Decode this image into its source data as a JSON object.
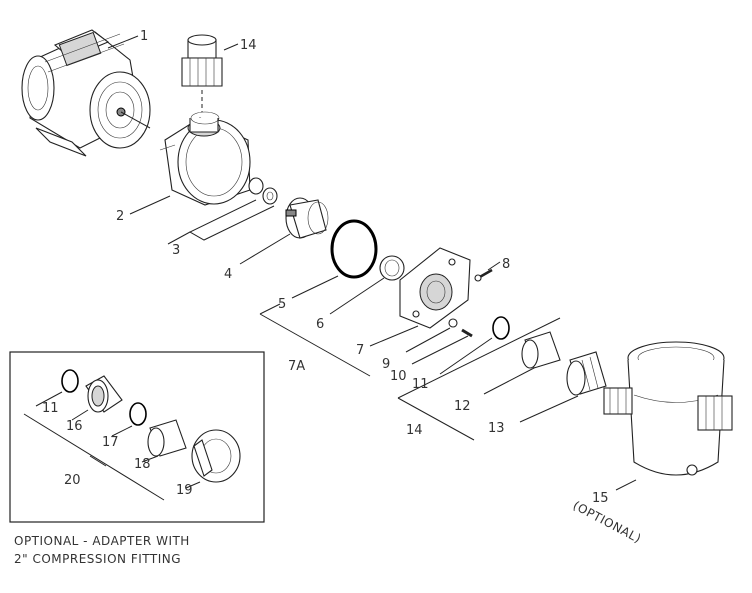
{
  "callouts": [
    "1",
    "14",
    "2",
    "3",
    "4",
    "8",
    "5",
    "6",
    "7",
    "7A",
    "9",
    "10",
    "11",
    "12",
    "14",
    "13",
    "15",
    "(OPTIONAL)",
    "11",
    "16",
    "17",
    "18",
    "20",
    "19"
  ],
  "inset": {
    "caption_line1": "OPTIONAL  -  ADAPTER WITH",
    "caption_line2": "2\"  COMPRESSION FITTING"
  }
}
